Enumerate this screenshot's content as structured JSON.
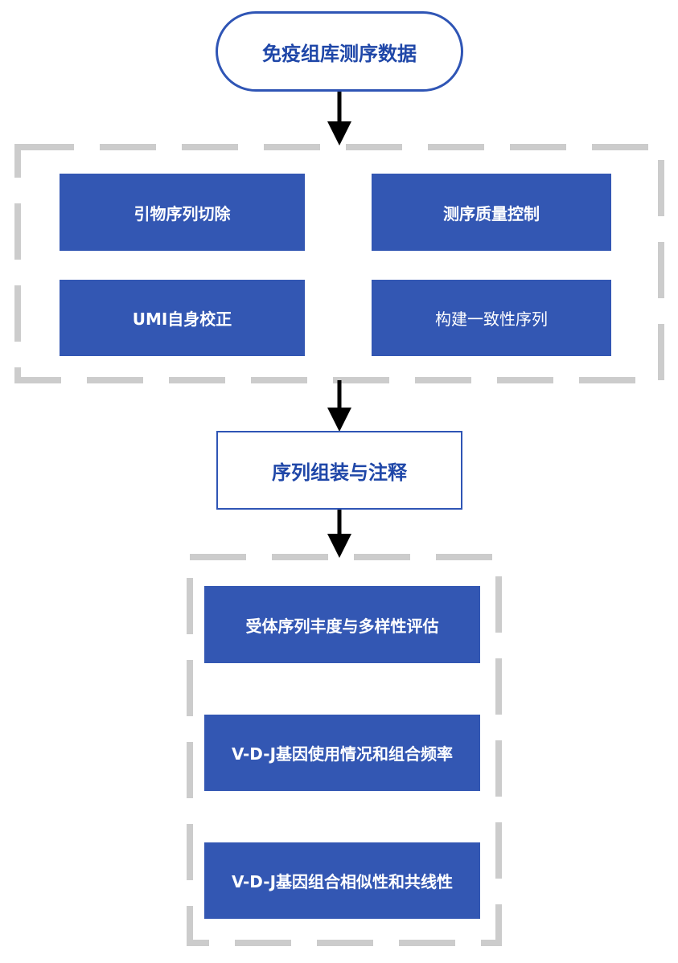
{
  "flowchart": {
    "start": "免疫组库测序数据",
    "preprocess": {
      "primer_trim": "引物序列切除",
      "quality_control": "测序质量控制",
      "umi_correction": "UMI自身校正",
      "consensus": "构建一致性序列"
    },
    "assembly": "序列组装与注释",
    "analysis": {
      "diversity": "受体序列丰度与多样性评估",
      "vdj_usage": "V-D-J基因使用情况和组合频率",
      "vdj_similarity": "V-D-J基因组合相似性和共线性"
    }
  },
  "colors": {
    "box_fill": "#3357b3",
    "outline": "#2f55b5",
    "dashed_border": "#cccccc",
    "arrow": "#000000"
  }
}
